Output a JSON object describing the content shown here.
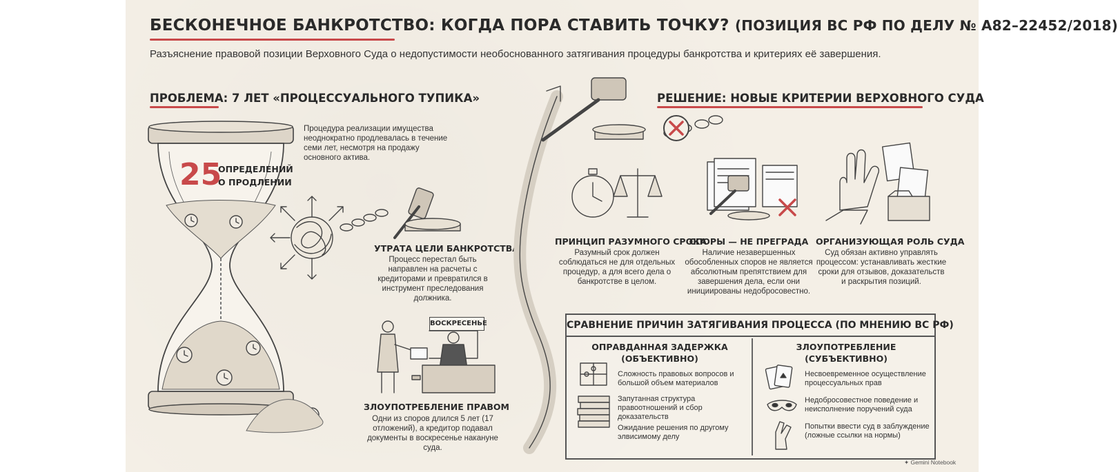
{
  "header": {
    "title": "БЕСКОНЕЧНОЕ БАНКРОТСТВО: КОГДА ПОРА СТАВИТЬ ТОЧКУ?",
    "title_paren": "(ПОЗИЦИЯ ВС РФ ПО ДЕЛУ № А82–22452/2018)",
    "subtitle": "Разъяснение правовой позиции Верховного Суда о недопустимости необоснованного затягивания процедуры банкротства и критериях её завершения."
  },
  "problem": {
    "heading": "ПРОБЛЕМА: 7 ЛЕТ «ПРОЦЕССУАЛЬНОГО ТУПИКА»",
    "intro": "Процедура реализации имущества неоднократно продлевалась в течение семи лет, несмотря на продажу основного актива.",
    "counter_value": "25",
    "counter_label_1": "ОПРЕДЕЛЕНИЙ",
    "counter_label_2": "О ПРОДЛЕНИИ",
    "goal_loss": {
      "title": "УТРАТА ЦЕЛИ БАНКРОТСТВА",
      "text": "Процесс перестал быть направлен на расчеты с кредиторами и превратился в инструмент преследования должника."
    },
    "sunday_sign": "ВОСКРЕСЕНЬЕ",
    "abuse": {
      "title": "ЗЛОУПОТРЕБЛЕНИЕ ПРАВОМ",
      "text": "Одни из споров длился 5 лет (17 отложений), а кредитор подавал документы в воскресенье накануне суда."
    }
  },
  "solution": {
    "heading": "РЕШЕНИЕ: НОВЫЕ КРИТЕРИИ ВЕРХОВНОГО СУДА",
    "criteria": [
      {
        "title": "ПРИНЦИП РАЗУМНОГО СРОКА",
        "text": "Разумный срок должен соблюдаться не для отдельных процедур, а для всего дела о банкротстве в целом.",
        "icon": "stopwatch-scales-icon"
      },
      {
        "title": "СПОРЫ — НЕ ПРЕГРАДА",
        "text": "Наличие незавершенных обособленных споров не является абсолютным препятствием для завершения дела, если они инициированы недобросовестно.",
        "icon": "gavel-documents-icon"
      },
      {
        "title": "ОРГАНИЗУЮЩАЯ РОЛЬ СУДА",
        "text": "Суд обязан активно управлять процессом: устанавливать жесткие сроки для отзывов, доказательств и раскрытия позиций.",
        "icon": "stop-hand-icon"
      }
    ]
  },
  "comparison": {
    "heading": "СРАВНЕНИЕ ПРИЧИН ЗАТЯГИВАНИЯ ПРОЦЕССА (ПО МНЕНИЮ ВС РФ)",
    "left": {
      "title_1": "ОПРАВДАННАЯ ЗАДЕРЖКА",
      "title_2": "(ОБЪЕКТИВНО)",
      "items": [
        "Сложность правовых вопросов и большой объем материалов",
        "Запутанная структура правоотношений и сбор доказательств",
        "Ожидание решения по другому элвисимому делу"
      ]
    },
    "right": {
      "title_1": "ЗЛОУПОТРЕБЛЕНИЕ",
      "title_2": "(СУБЪЕКТИВНО)",
      "items": [
        "Несвоевременное осуществление процессуальных прав",
        "Недобросовестное поведение и неисполнение поручений суда",
        "Попытки ввести суд в заблуждение (ложные ссылки на нормы)"
      ]
    }
  },
  "watermark": "Gemini Notebook",
  "colors": {
    "accent": "#c8494a",
    "paper": "#f4efe6",
    "ink": "#2a2a2a"
  }
}
